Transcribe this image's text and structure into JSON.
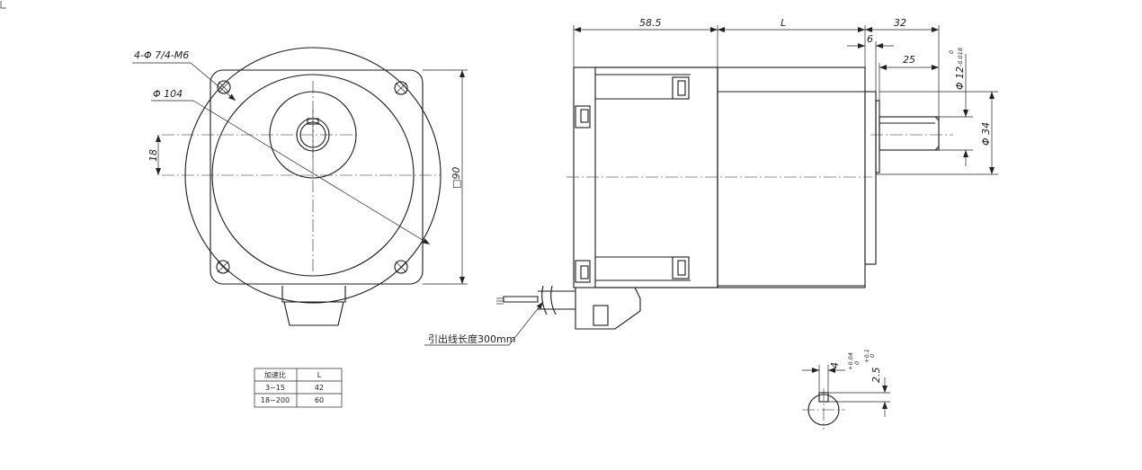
{
  "front_view": {
    "hole_callout": "4-Φ 7/4-M6",
    "pcd_label": "Φ 104",
    "offset_label": "18",
    "square_label": "□90"
  },
  "side_view": {
    "gearhead_length_label": "58.5",
    "motor_length_label": "L",
    "shaft_total_label": "32",
    "shoulder_label": "6",
    "shaft_length_label": "25",
    "shaft_dia_label": "Φ 12",
    "shaft_dia_tol_upper": "0",
    "shaft_dia_tol_lower": "-0.018",
    "boss_dia_label": "Φ 34",
    "lead_label": "引出线长度300mm"
  },
  "key_detail": {
    "key_width_label": "4",
    "key_width_tol_upper": "+0.04",
    "key_width_tol_lower": "0",
    "key_depth_label": "2.5",
    "key_depth_tol_upper": "+0.1",
    "key_depth_tol_lower": "0"
  },
  "ratio_table": {
    "headers": [
      "加速比",
      "L"
    ],
    "rows": [
      [
        "3~15",
        "42"
      ],
      [
        "18~200",
        "60"
      ]
    ]
  }
}
